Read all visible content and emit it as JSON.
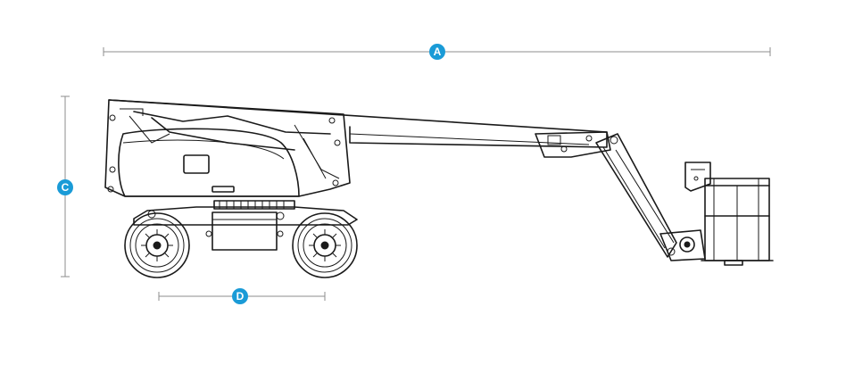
{
  "colors": {
    "badge": "#1a9bd7",
    "line": "#8c8c8c",
    "ink": "#1a1a1a"
  },
  "dimensions": {
    "a": {
      "label": "A"
    },
    "c": {
      "label": "C"
    },
    "d": {
      "label": "D"
    }
  }
}
